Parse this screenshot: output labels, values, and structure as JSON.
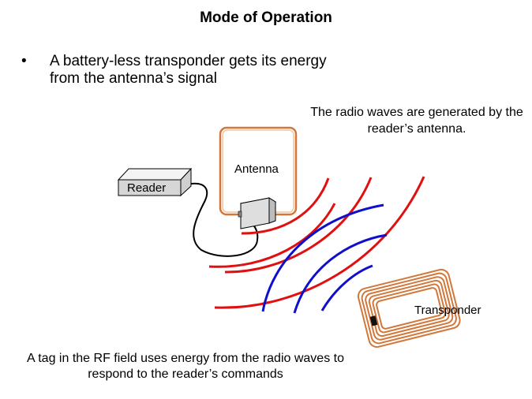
{
  "slide": {
    "title": "Mode of Operation",
    "bullet": "A battery-less transponder gets its energy from the antenna’s signal",
    "radio_note": "The radio waves are generated by the reader’s antenna.",
    "tag_note": "A tag in the RF field uses energy from the radio waves to respond to the reader’s commands"
  },
  "diagram": {
    "reader_label": "Reader",
    "antenna_label": "Antenna",
    "transponder_label": "Transponder"
  },
  "colors": {
    "red_wave": "#e01010",
    "blue_wave": "#1010cc",
    "coil": "#d2773a",
    "cable": "#000000"
  }
}
